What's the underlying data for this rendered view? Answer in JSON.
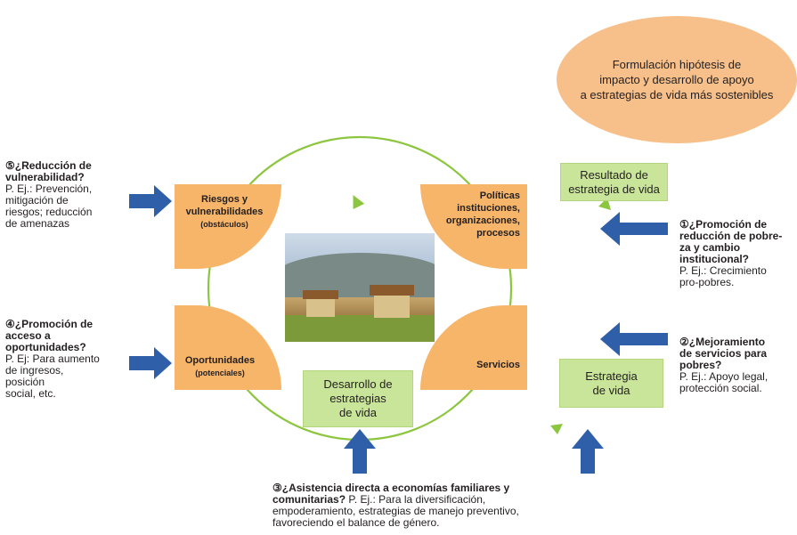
{
  "oval": {
    "text": "Formulación hipótesis de\nimpacto y desarrollo de apoyo\na estrategias de vida más sostenibles"
  },
  "quadrants": {
    "riesgos": {
      "title": "Riesgos y\nvulnerabilidades",
      "sub": "(obstáculos)"
    },
    "politicas": {
      "title": "Políticas\ninstituciones,\norganizaciones,\nprocesos"
    },
    "oportunidades": {
      "title": "Oportunidades",
      "sub": "(potenciales)"
    },
    "servicios": {
      "title": "Servicios"
    }
  },
  "boxes": {
    "resultado": "Resultado de\nestrategia de vida",
    "desarrollo": "Desarrollo de\nestrategias\nde vida",
    "estrategia": "Estrategia\nde vida"
  },
  "notes": {
    "n5": {
      "num": "⑤",
      "title": "¿Reducción de\nvulnerabilidad?",
      "body": "P. Ej.: Prevención,\nmitigación de\nriesgos; reducción\nde amenazas"
    },
    "n4": {
      "num": "④",
      "title": "¿Promoción de\nacceso a\noportunidades?",
      "body": "P. Ej: Para aumento\nde ingresos,\nposición\nsocial, etc."
    },
    "n1": {
      "num": "①",
      "title": "¿Promoción de\nreducción de pobre-\nza y cambio\ninstitucional?",
      "body": "P. Ej.: Crecimiento\npro-pobres."
    },
    "n2": {
      "num": "②",
      "title": "¿Mejoramiento\nde servicios para\npobres?",
      "body": "P. Ej.: Apoyo legal,\nprotección social."
    },
    "n3": {
      "num": "③",
      "title": "¿Asistencia directa a economías familiares y\ncomunitarias?",
      "body": " P. Ej.: Para la diversificación,\nempoderamiento, estrategias de manejo preventivo,\nfavoreciendo el balance de género."
    }
  },
  "colors": {
    "arrow": "#2e5fa8",
    "circle": "#8cc63f",
    "quadrant": "#f7b56a",
    "box": "#c9e59a",
    "oval": "#f7c08a"
  }
}
